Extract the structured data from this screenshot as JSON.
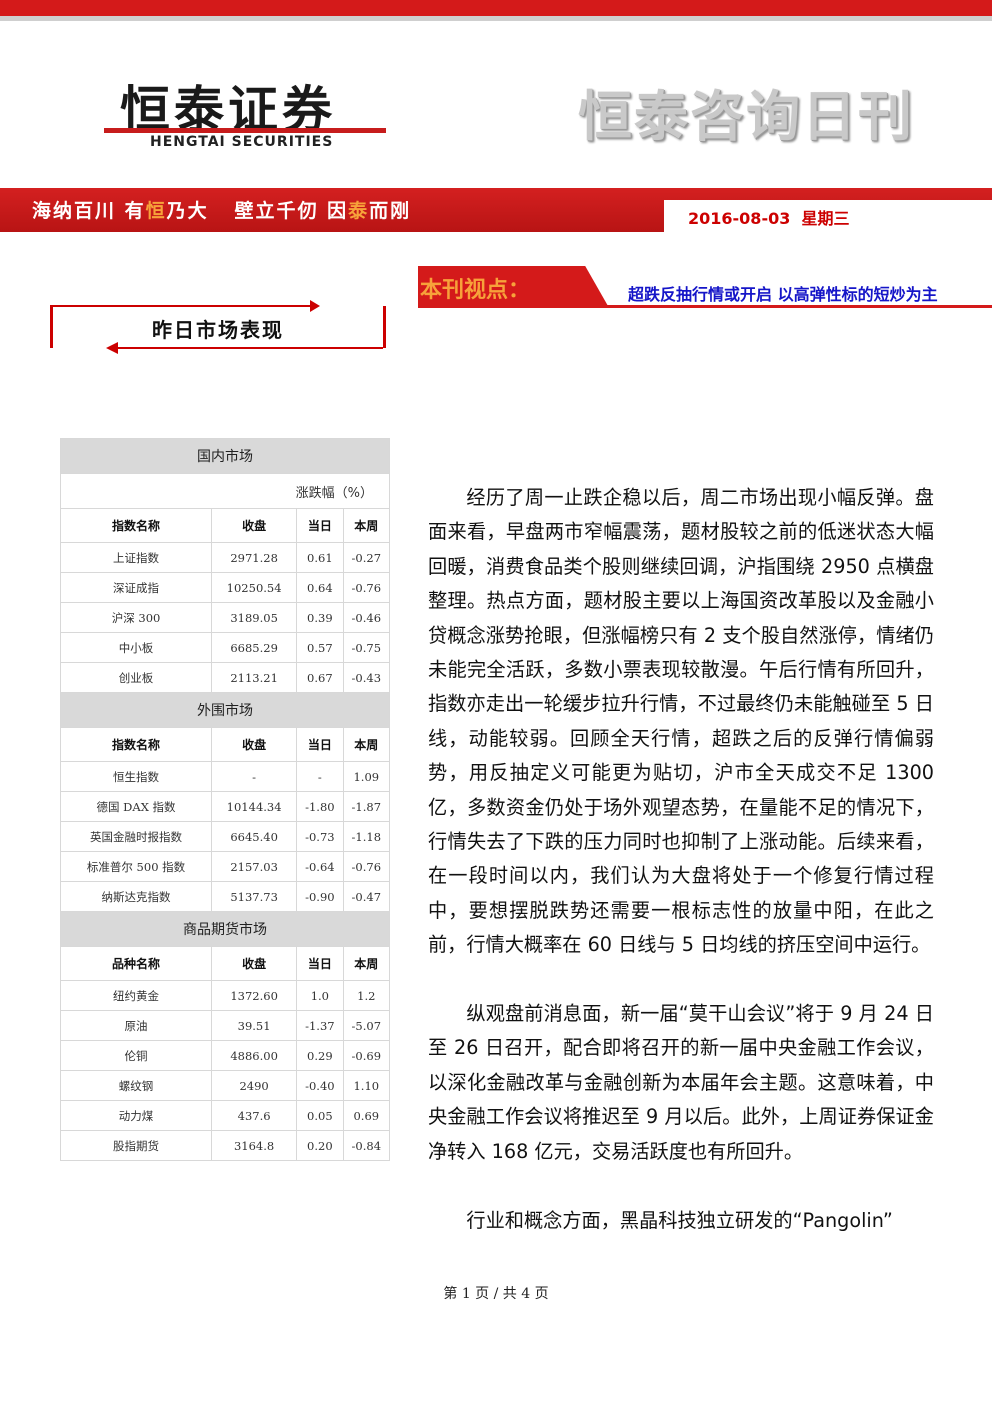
{
  "header": {
    "logo_cn": "恒泰证券",
    "logo_en": "HENGTAI SECURITIES",
    "publication": "恒泰咨询日刊",
    "slogan_parts": [
      "海纳百川 有",
      "恒",
      "乃大   壁立千仞 因",
      "泰",
      "而刚"
    ],
    "date": "2016-08-03",
    "weekday": "星期三"
  },
  "viewpoint": {
    "label": "本刊视点：",
    "headline": "超跌反抽行情或开启 以高弹性标的短炒为主"
  },
  "section": {
    "title": "昨日市场表现"
  },
  "table": {
    "unit_label": "涨跌幅（%）",
    "domestic": {
      "title": "国内市场",
      "headers": [
        "指数名称",
        "收盘",
        "当日",
        "本周"
      ],
      "rows": [
        [
          "上证指数",
          "2971.28",
          "0.61",
          "-0.27"
        ],
        [
          "深证成指",
          "10250.54",
          "0.64",
          "-0.76"
        ],
        [
          "沪深 300",
          "3189.05",
          "0.39",
          "-0.46"
        ],
        [
          "中小板",
          "6685.29",
          "0.57",
          "-0.75"
        ],
        [
          "创业板",
          "2113.21",
          "0.67",
          "-0.43"
        ]
      ]
    },
    "foreign": {
      "title": "外围市场",
      "headers": [
        "指数名称",
        "收盘",
        "当日",
        "本周"
      ],
      "rows": [
        [
          "恒生指数",
          "-",
          "-",
          "1.09"
        ],
        [
          "德国 DAX 指数",
          "10144.34",
          "-1.80",
          "-1.87"
        ],
        [
          "英国金融时报指数",
          "6645.40",
          "-0.73",
          "-1.18"
        ],
        [
          "标准普尔 500 指数",
          "2157.03",
          "-0.64",
          "-0.76"
        ],
        [
          "纳斯达克指数",
          "5137.73",
          "-0.90",
          "-0.47"
        ]
      ]
    },
    "futures": {
      "title": "商品期货市场",
      "headers": [
        "品种名称",
        "收盘",
        "当日",
        "本周"
      ],
      "rows": [
        [
          "纽约黄金",
          "1372.60",
          "1.0",
          "1.2"
        ],
        [
          "原油",
          "39.51",
          "-1.37",
          "-5.07"
        ],
        [
          "伦铜",
          "4886.00",
          "0.29",
          "-0.69"
        ],
        [
          "螺纹钢",
          "2490",
          "-0.40",
          "1.10"
        ],
        [
          "动力煤",
          "437.6",
          "0.05",
          "0.69"
        ],
        [
          "股指期货",
          "3164.8",
          "0.20",
          "-0.84"
        ]
      ]
    }
  },
  "body": {
    "paragraphs": [
      "经历了周一止跌企稳以后，周二市场出现小幅反弹。盘面来看，早盘两市窄幅震荡，题材股较之前的低迷状态大幅回暖，消费食品类个股则继续回调，沪指围绕 2950 点横盘整理。热点方面，题材股主要以上海国资改革股以及金融小贷概念涨势抢眼，但涨幅榜只有 2 支个股自然涨停，情绪仍未能完全活跃，多数小票表现较散漫。午后行情有所回升，指数亦走出一轮缓步拉升行情，不过最终仍未能触碰至 5 日线，动能较弱。回顾全天行情，超跌之后的反弹行情偏弱势，用反抽定义可能更为贴切，沪市全天成交不足 1300 亿，多数资金仍处于场外观望态势，在量能不足的情况下，行情失去了下跌的压力同时也抑制了上涨动能。后续来看，在一段时间以内，我们认为大盘将处于一个修复行情过程中，要想摆脱跌势还需要一根标志性的放量中阳，在此之前，行情大概率在 60 日线与 5 日均线的挤压空间中运行。",
      "纵观盘前消息面，新一届“莫干山会议”将于 9 月 24 日至 26 日召开，配合即将召开的新一届中央金融工作会议，以深化金融改革与金融创新为本届年会主题。这意味着，中央金融工作会议将推迟至 9 月以后。此外，上周证券保证金净转入 168 亿元，交易活跃度也有所回升。",
      "行业和概念方面，黑晶科技独立研发的“Pangolin”"
    ]
  },
  "footer": {
    "page_text": "第 1 页 / 共 4 页"
  },
  "colors": {
    "brand_red": "#d41a1a",
    "accent_orange": "#f7a23a",
    "headline_blue": "#1515c8",
    "table_header_gray": "#d9d9d9"
  }
}
